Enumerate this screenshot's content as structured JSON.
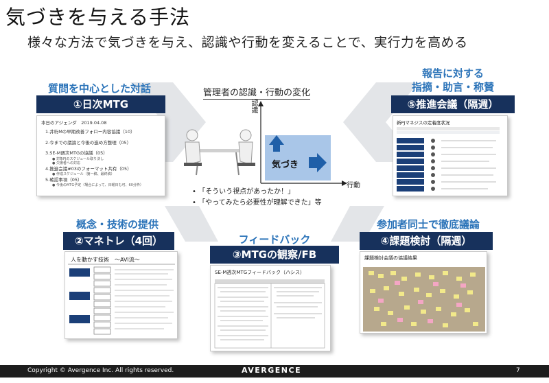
{
  "header": {
    "title": "気づきを与える手法",
    "subtitle": "様々な方法で気づきを与え、認識や行動を変えることで、実行力を高める"
  },
  "center": {
    "title": "管理者の認識・行動の変化",
    "y_axis_label": "認識",
    "x_axis_label": "行動",
    "box_label": "気づき",
    "bullets": [
      "「そういう視点があったか！」",
      "「やってみたら必要性が理解できた」等"
    ]
  },
  "methods": {
    "m1": {
      "label": "質問を中心とした対話",
      "heading": "①日次MTG",
      "agenda_head": "本日のアジェンダ　2019.04.08",
      "agenda": [
        {
          "text": "1.井桁Mの早期改善フォロー内容協議（10）",
          "subs": []
        },
        {
          "text": "2.今までの議論と今後の進め方整理（05）",
          "subs": []
        },
        {
          "text": "3.SE-M週次MTGの協議（05）",
          "subs": [
            "● 対象PJのスケジュール取り決し",
            "● 欠席者への対応"
          ]
        },
        {
          "text": "4.推進会議#03のフォーマット共有（05）",
          "subs": [
            "● 作成スケジュール（第一稿、最終稿）"
          ]
        },
        {
          "text": "5.確認事項（05）",
          "subs": [
            "● 今後のMTG予定（場合によって、日曜日も可、60分枠）"
          ]
        }
      ]
    },
    "m2": {
      "label": "概念・技術の提供",
      "heading": "②マネトレ（4回）",
      "card_title": "人を動かす技術　～AVI流～"
    },
    "m3": {
      "label": "フィードバック",
      "heading": "③MTGの観察/FB",
      "card_title": "SE-M週次MTGフィードバック（ハシス）"
    },
    "m4": {
      "label": "参加者同士で徹底議論",
      "heading": "④課題検討（隔週）",
      "card_title": "課題検討会議の協議結果"
    },
    "m5": {
      "label_line1": "報告に対する",
      "label_line2": "指摘・助言・称賛",
      "heading": "⑤推進会議（隔週）",
      "card_title": "新PJマネジスの定着度状況"
    }
  },
  "footer": {
    "copyright": "Copyright © Avergence Inc. All rights reserved.",
    "logo": "AVERGENCE",
    "page": "7"
  },
  "colors": {
    "accent_blue": "#2c74b9",
    "navy": "#17315c",
    "chevron": "#dfe1e4",
    "arrow_blue": "#1f5fa8"
  }
}
